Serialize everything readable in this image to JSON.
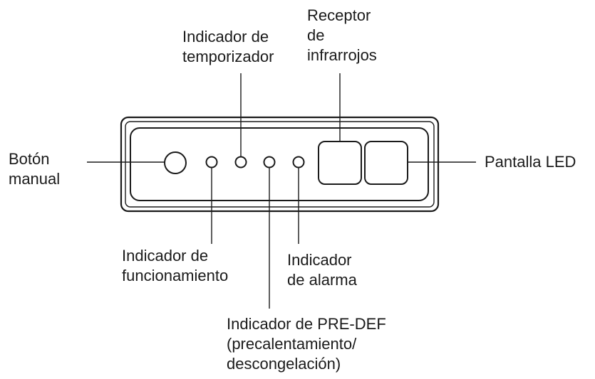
{
  "labels": {
    "manual_button": [
      "Botón",
      "manual"
    ],
    "timer_indicator": [
      "Indicador de",
      "temporizador"
    ],
    "ir_receiver": [
      "Receptor",
      "de",
      "infrarrojos"
    ],
    "led_display": [
      "Pantalla LED"
    ],
    "operation_indicator": [
      "Indicador de",
      "funcionamiento"
    ],
    "alarm_indicator": [
      "Indicador",
      "de alarma"
    ],
    "predef_indicator": [
      "Indicador de PRE-DEF",
      "(precalentamiento/",
      "descongelación)"
    ]
  },
  "colors": {
    "stroke": "#1a1a1a",
    "background": "#ffffff"
  }
}
